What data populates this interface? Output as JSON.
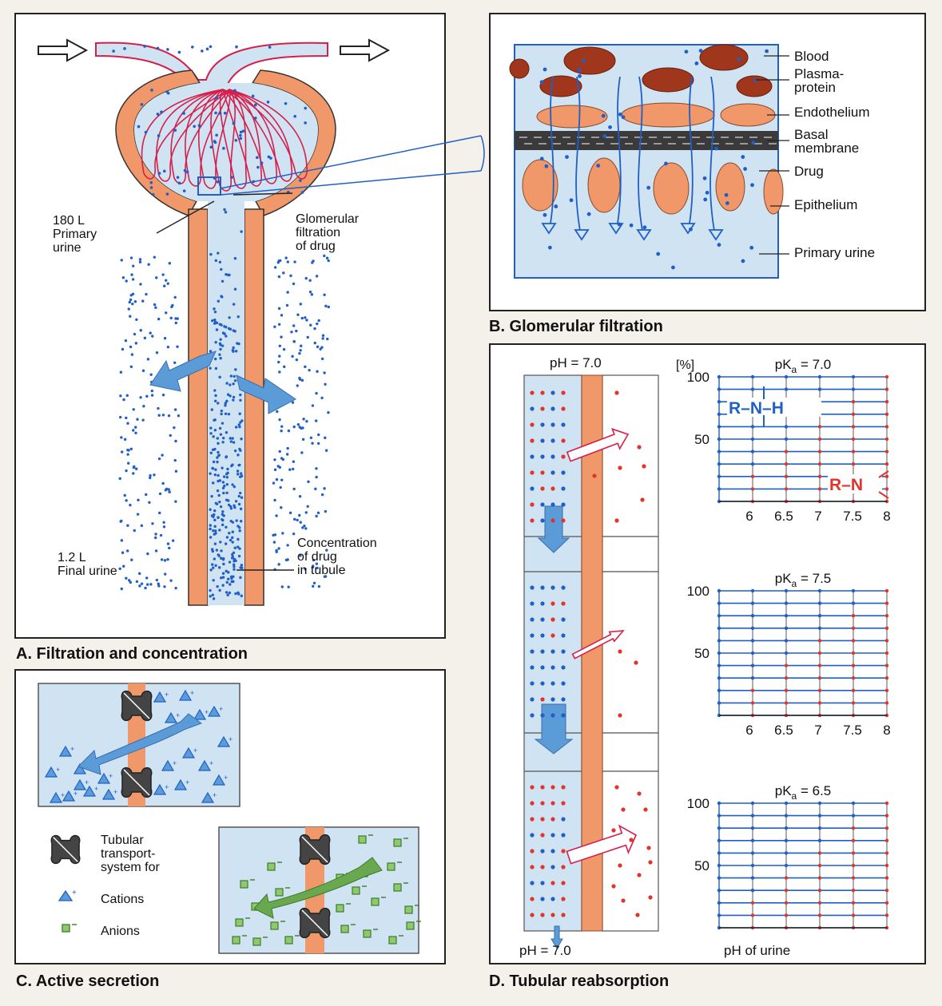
{
  "captions": {
    "a": "A. Filtration and concentration",
    "b": "B. Glomerular filtration",
    "c": "C. Active secretion",
    "d": "D. Tubular reabsorption"
  },
  "panel_a": {
    "primary_urine": [
      "180 L",
      "Primary",
      "urine"
    ],
    "glomerular": [
      "Glomerular",
      "filtration",
      "of drug"
    ],
    "final_urine": [
      "1.2 L",
      "Final urine"
    ],
    "concentration": [
      "Concentration",
      "of drug",
      "in tubule"
    ]
  },
  "panel_b": {
    "labels": [
      {
        "text": [
          "Blood"
        ]
      },
      {
        "text": [
          "Plasma-",
          "protein"
        ]
      },
      {
        "text": [
          "Endothelium"
        ]
      },
      {
        "text": [
          "Basal",
          "membrane"
        ]
      },
      {
        "text": [
          "Drug"
        ]
      },
      {
        "text": [
          "Epithelium"
        ]
      },
      {
        "text": [
          "Primary urine"
        ]
      }
    ]
  },
  "panel_c": {
    "legend_transport": [
      "Tubular",
      "transport-",
      "system for"
    ],
    "legend_cations": "Cations",
    "legend_anions": "Anions",
    "cation_symbol": "+",
    "anion_symbol": "−"
  },
  "panel_d": {
    "ph_top": "pH = 7.0",
    "ph_bottom": "pH = 7.0",
    "y_unit": "[%]",
    "xlabel": "pH of urine",
    "formula_blue": "R–N–H",
    "formula_red": "R–N",
    "charts": [
      {
        "pka": "7.0",
        "has_x_ticks": true
      },
      {
        "pka": "7.5",
        "has_x_ticks": true
      },
      {
        "pka": "6.5",
        "has_x_ticks": false
      }
    ],
    "pka_prefix": "pK",
    "pka_sub": "a",
    "pka_eq": " = ",
    "y_ticks": [
      "100",
      "50"
    ],
    "x_ticks": [
      "6",
      "6.5",
      "7",
      "7.5",
      "8"
    ]
  },
  "colors": {
    "blood_blue": "#cfe3f3",
    "drug_blue": "#1f5fc7",
    "orange": "#f0986a",
    "capillary_red": "#d61f4a",
    "dark_red": "#a0361c",
    "arrow_blue": "#5b9bd8",
    "anion_green": "#6aa84f",
    "grid_red": "#e0342c"
  }
}
